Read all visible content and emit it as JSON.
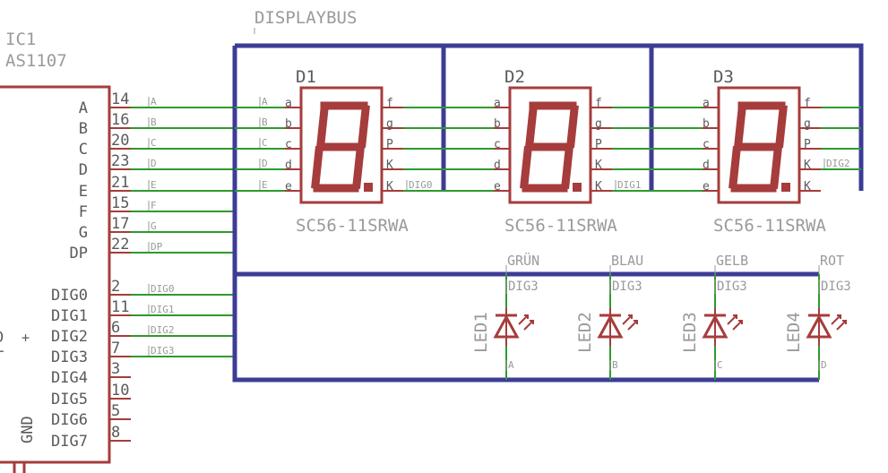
{
  "bus_label": "DISPLAYBUS",
  "ic": {
    "name": "IC1",
    "part": "AS1107",
    "pins": [
      {
        "label": "A",
        "num": "14",
        "net": "A"
      },
      {
        "label": "B",
        "num": "16",
        "net": "B"
      },
      {
        "label": "C",
        "num": "20",
        "net": "C"
      },
      {
        "label": "D",
        "num": "23",
        "net": "D"
      },
      {
        "label": "E",
        "num": "21",
        "net": "E"
      },
      {
        "label": "F",
        "num": "15",
        "net": "F"
      },
      {
        "label": "G",
        "num": "17",
        "net": "G"
      },
      {
        "label": "DP",
        "num": "22",
        "net": "DP"
      },
      {
        "label": "DIG0",
        "num": "2",
        "net": "DIG0"
      },
      {
        "label": "DIG1",
        "num": "11",
        "net": "DIG1"
      },
      {
        "label": "DIG2",
        "num": "6",
        "net": "DIG2"
      },
      {
        "label": "DIG3",
        "num": "7",
        "net": "DIG3"
      },
      {
        "label": "DIG4",
        "num": "3",
        "net": ""
      },
      {
        "label": "DIG5",
        "num": "10",
        "net": ""
      },
      {
        "label": "DIG6",
        "num": "5",
        "net": ""
      },
      {
        "label": "DIG7",
        "num": "8",
        "net": ""
      }
    ],
    "left_fragments": [
      "D",
      "+",
      "T"
    ],
    "gnd_label": "GND"
  },
  "displays": [
    {
      "name": "D1",
      "part": "SC56-11SRWA",
      "left_pins": [
        "a",
        "b",
        "c",
        "d",
        "e"
      ],
      "right_pins": [
        "f",
        "g",
        "P",
        "K",
        "K"
      ],
      "dig_net": "DIG0",
      "left_nets": [
        "A",
        "B",
        "C",
        "D",
        "E"
      ]
    },
    {
      "name": "D2",
      "part": "SC56-11SRWA",
      "left_pins": [
        "a",
        "b",
        "c",
        "d",
        "e"
      ],
      "right_pins": [
        "f",
        "g",
        "P",
        "K",
        "K"
      ],
      "dig_net": "DIG1",
      "left_nets": []
    },
    {
      "name": "D3",
      "part": "SC56-11SRWA",
      "left_pins": [
        "a",
        "b",
        "c",
        "d",
        "e"
      ],
      "right_pins": [
        "f",
        "g",
        "P",
        "K",
        "K"
      ],
      "dig_net": "DIG2",
      "left_nets": []
    }
  ],
  "leds": [
    {
      "name": "LED1",
      "top_net": "GRÜN",
      "dig_net": "DIG3",
      "bottom_net": "A"
    },
    {
      "name": "LED2",
      "top_net": "BLAU",
      "dig_net": "DIG3",
      "bottom_net": "B"
    },
    {
      "name": "LED3",
      "top_net": "GELB",
      "dig_net": "DIG3",
      "bottom_net": "C"
    },
    {
      "name": "LED4",
      "top_net": "ROT",
      "dig_net": "DIG3",
      "bottom_net": "D"
    }
  ],
  "colors": {
    "wire": "#2e9a2e",
    "bus": "#3c3c96",
    "part": "#a63c3c",
    "text": "#5a5a5a",
    "net_label": "#9a9a9a"
  }
}
